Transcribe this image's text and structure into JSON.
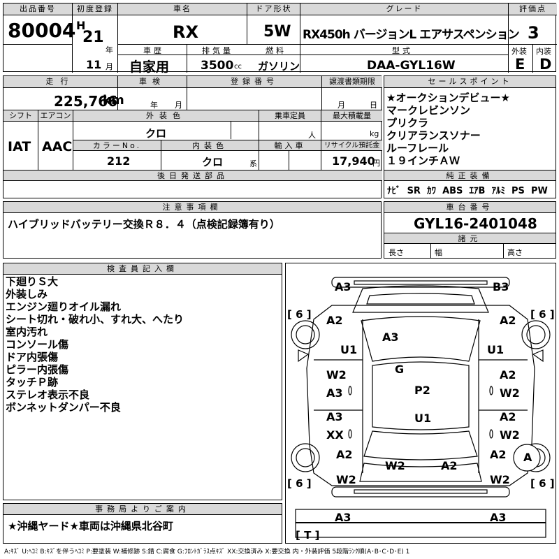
{
  "row1": {
    "lot_header": "出品番号",
    "lot_number": "80004",
    "first_reg_header": "初度登録",
    "era": "H",
    "year": "21",
    "year_unit": "年",
    "month": "11",
    "month_unit": "月",
    "name_header": "車名",
    "car_name": "RX",
    "door_header": "ドア形状",
    "door": "5W",
    "grade_header": "グレード",
    "grade": "RX450h バージョンL エアサスペンション",
    "score_header": "評価点",
    "score": "3",
    "history_header": "車歴",
    "history": "自家用",
    "disp_header": "排気量",
    "disp": "3500",
    "disp_unit": "cc",
    "fuel_header": "燃料",
    "fuel": "ガソリン",
    "model_header": "型式",
    "model": "DAA-GYL16W",
    "ext_header": "外装",
    "ext": "E",
    "int_header": "内装",
    "int": "D"
  },
  "row2": {
    "mileage_header": "走行",
    "mileage": "225,766",
    "mileage_unit": "km",
    "inspection_header": "車検",
    "insp_year": "年",
    "insp_month": "月",
    "reg_header": "登録番号",
    "doc_header": "譲渡書類期限",
    "doc_month": "月",
    "doc_day": "日",
    "shift_header": "シフト",
    "shift": "IAT",
    "ac_header": "エアコン",
    "ac": "AAC",
    "color_header": "外装色",
    "color": "クロ",
    "capacity_header": "乗車定員",
    "capacity_unit": "人",
    "load_header": "最大積載量",
    "load_unit": "kg",
    "colorno_header": "カラーNo.",
    "colorno": "212",
    "intcolor_header": "内装色",
    "intcolor": "クロ",
    "intcolor_unit": "系",
    "import_header": "輸入車",
    "recycle_header": "リサイクル預託金",
    "recycle": "17,940",
    "recycle_unit": "円",
    "later_header": "後日発送部品"
  },
  "sales": {
    "header": "セールスポイント",
    "items": [
      "★オークションデビュー★",
      "マークレビンソン",
      "プリクラ",
      "クリアランスソナー",
      "ルーフレール",
      "１９インチＡＷ"
    ]
  },
  "equipment": {
    "header": "純正装備",
    "items": [
      "ﾅﾋﾞ",
      "SR",
      "ｶﾜ",
      "ABS",
      "ｴｱB",
      "ｱﾙﾐ",
      "PS",
      "PW"
    ]
  },
  "notes": {
    "header": "注意事項欄",
    "text": "ハイブリッドバッテリー交換Ｒ８．４（点検記録簿有り）"
  },
  "chassis": {
    "header": "車台番号",
    "number": "GYL16-2401048",
    "spec_header": "諸元",
    "length": "長さ",
    "width": "幅",
    "height": "高さ"
  },
  "inspector": {
    "header": "検査員記入欄",
    "lines": [
      "下廻りＳ大",
      "外装しみ",
      "エンジン廻りオイル漏れ",
      "シート切れ・破れ小、すれ大、へたり",
      "室内汚れ",
      "コンソール傷",
      "ドア内張傷",
      "ピラー内張傷",
      "タッチＰ跡",
      "ステレオ表示不良",
      "ボンネットダンパー不良"
    ]
  },
  "diagram": {
    "labels": [
      "A3",
      "B3",
      "A2",
      "A2",
      "A3",
      "U1",
      "U1",
      "G",
      "W2",
      "A3",
      "A2",
      "W2",
      "P2",
      "U1",
      "A3",
      "XX",
      "A2",
      "W2",
      "A2",
      "A2",
      "W2",
      "A2",
      "W2",
      "W2",
      "A",
      "A3",
      "A3"
    ],
    "tires": [
      "[ 6 ]",
      "[ 6 ]",
      "[ 6 ]",
      "[ 6 ]",
      "[ T ]"
    ]
  },
  "office": {
    "header": "事務局よりご案内",
    "text": "★沖縄ヤード★車両は沖縄県北谷町"
  },
  "legend": "A:ｷｽﾞ U:ﾍｺﾐ B:ｷｽﾞを伴うﾍｺﾐ P:要塗装 W:補修跡 S:錆 C:腐食 G:ﾌﾛﾝﾄｶﾞﾗｽ点ｷｽﾞ XX:交換済み X:要交換 内・外装評価 5段階ﾗﾝｸ順(A･B･C･D･E) 1"
}
